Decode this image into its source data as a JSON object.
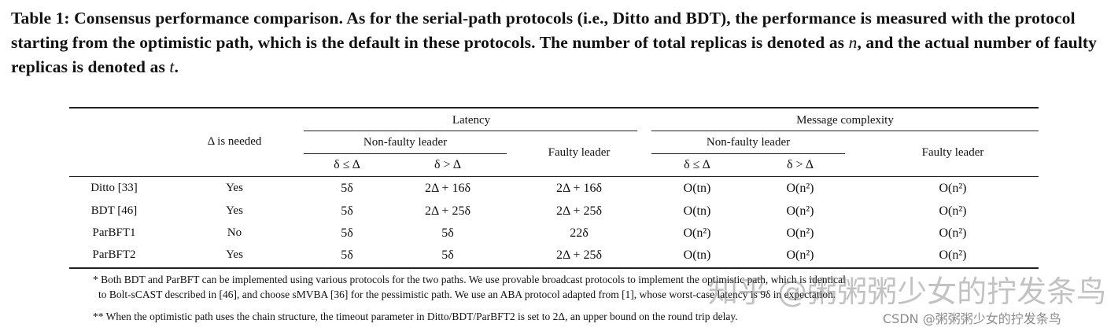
{
  "caption": {
    "lead": "Table 1: Consensus performance comparison. As for the serial-path protocols (i.e., Ditto and BDT), the performance is measured with the protocol starting from the optimistic path, which is the default in these protocols. The number of total replicas is denoted as ",
    "n": "n",
    "mid": ", and the actual number of faulty replicas is denoted as ",
    "t": "t",
    "end": "."
  },
  "header": {
    "delta_needed": "Δ is needed",
    "latency": "Latency",
    "message_complexity": "Message complexity",
    "non_faulty_leader": "Non-faulty leader",
    "faulty_leader": "Faulty leader",
    "sync": "δ ≤ Δ",
    "async": "δ > Δ"
  },
  "rows": [
    {
      "name": "Ditto [33]",
      "needed": "Yes",
      "lat_sync": "5δ",
      "lat_async": "2Δ + 16δ",
      "lat_faulty": "2Δ + 16δ",
      "msg_sync": "O(tn)",
      "msg_async": "O(n²)",
      "msg_faulty": "O(n²)"
    },
    {
      "name": "BDT [46]",
      "needed": "Yes",
      "lat_sync": "5δ",
      "lat_async": "2Δ + 25δ",
      "lat_faulty": "2Δ + 25δ",
      "msg_sync": "O(tn)",
      "msg_async": "O(n²)",
      "msg_faulty": "O(n²)"
    },
    {
      "name": "ParBFT1",
      "needed": "No",
      "lat_sync": "5δ",
      "lat_async": "5δ",
      "lat_faulty": "22δ",
      "msg_sync": "O(n²)",
      "msg_async": "O(n²)",
      "msg_faulty": "O(n²)"
    },
    {
      "name": "ParBFT2",
      "needed": "Yes",
      "lat_sync": "5δ",
      "lat_async": "5δ",
      "lat_faulty": "2Δ + 25δ",
      "msg_sync": "O(tn)",
      "msg_async": "O(n²)",
      "msg_faulty": "O(n²)"
    }
  ],
  "footnotes": [
    "* Both BDT and ParBFT can be implemented using various protocols for the two paths. We use provable broadcast protocols to implement the optimistic path, which is identical",
    "to Bolt-sCAST described in [46], and choose sMVBA [36] for the pessimistic path. We use an ABA protocol adapted from [1], whose worst-case latency is 9δ in expectation.",
    "** When the optimistic path uses the chain structure, the timeout parameter in Ditto/BDT/ParBFT2 is set to 2Δ, an upper bound on the round trip delay."
  ],
  "watermarks": [
    "知乎 @粥粥粥少女的拧发条鸟",
    "CSDN @粥粥粥少女的拧发条鸟"
  ]
}
